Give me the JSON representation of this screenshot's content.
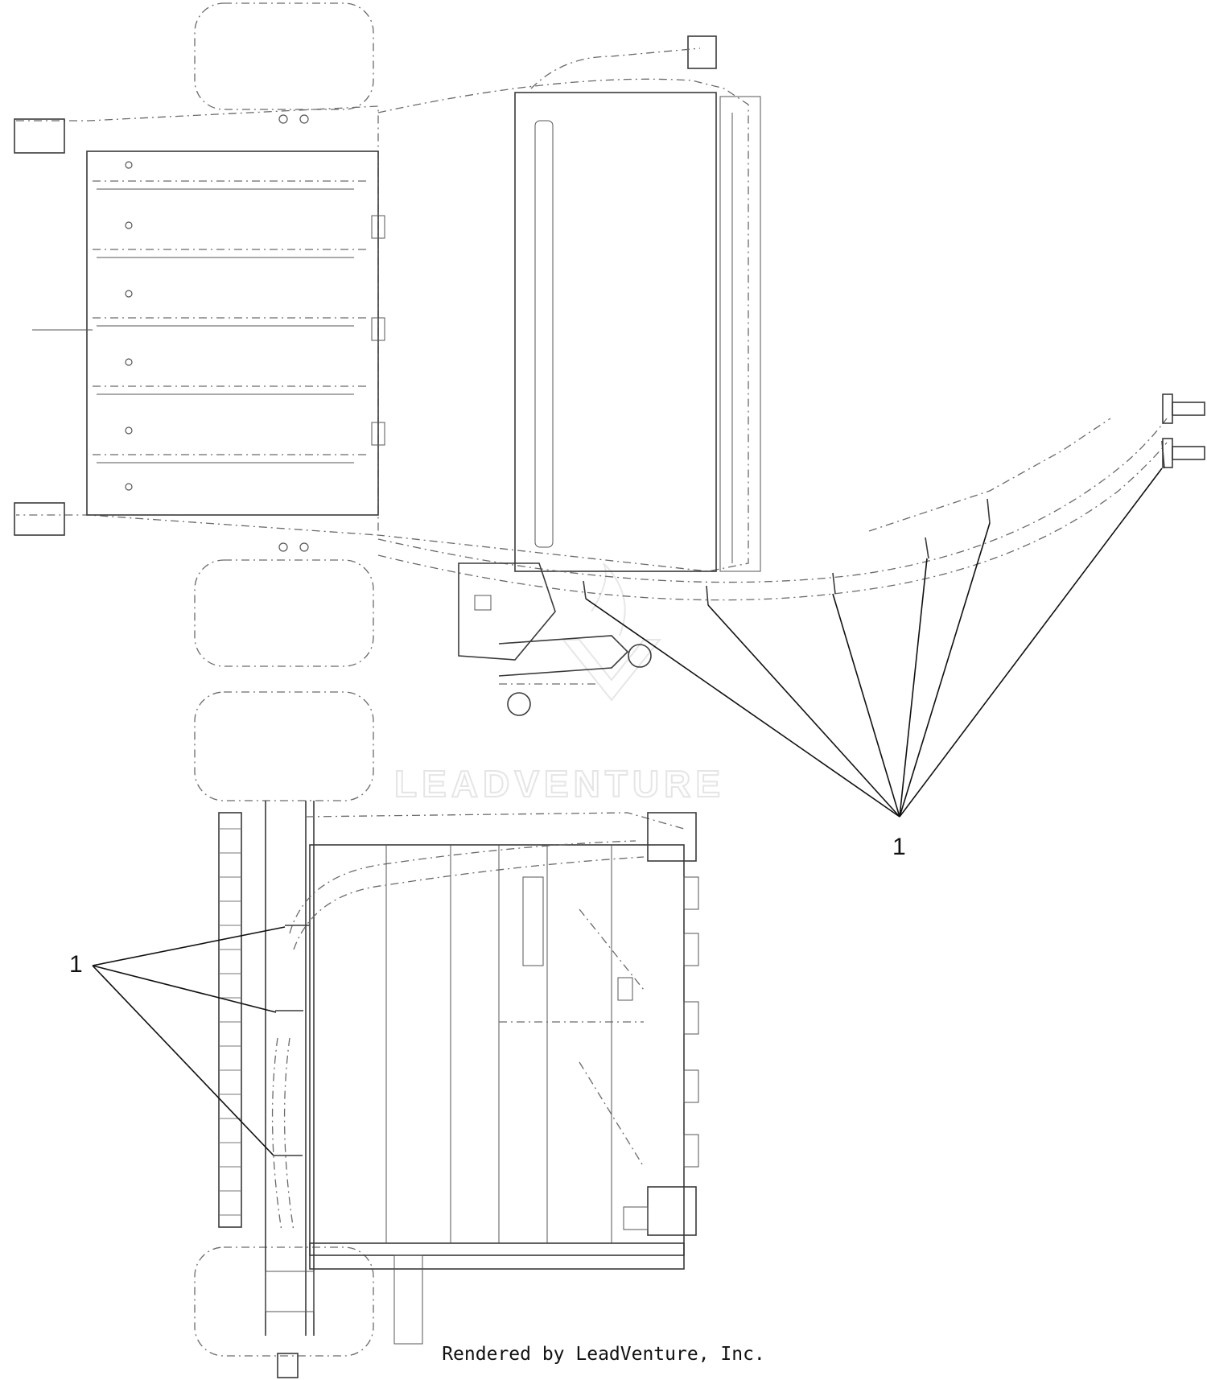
{
  "callouts": {
    "upper": "1",
    "lower": "1"
  },
  "watermark": {
    "text": "LEADVENTURE"
  },
  "footer": {
    "text": "Rendered by LeadVenture, Inc."
  }
}
